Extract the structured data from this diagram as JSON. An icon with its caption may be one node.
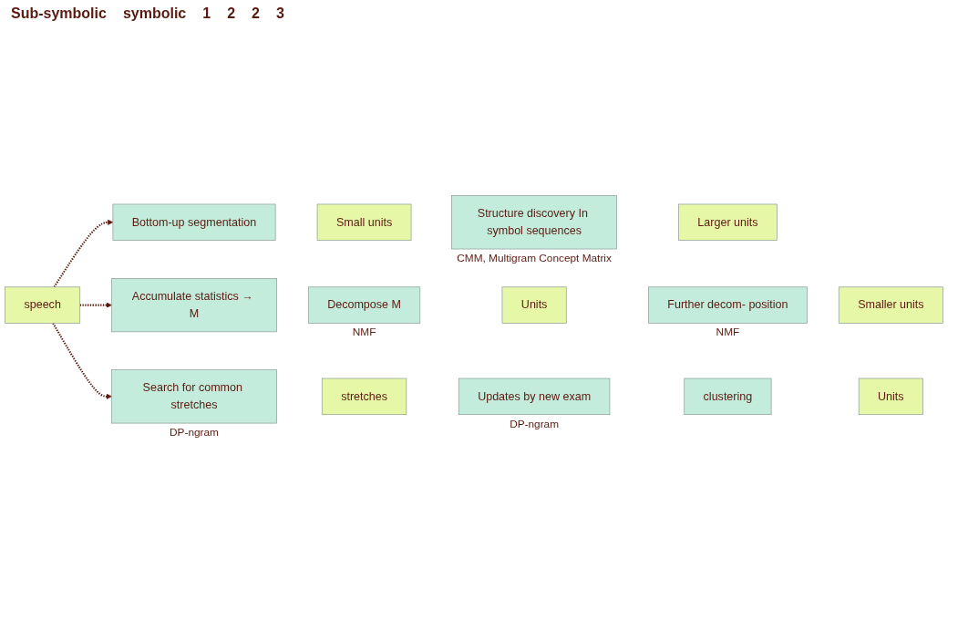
{
  "diagram": {
    "nodes": [
      {
        "text": [
          "speech"
        ]
      },
      {
        "text": [
          "Bottom-up segmentation"
        ]
      },
      {
        "text": [
          "Small units"
        ]
      },
      {
        "text": [
          "Structure discovery In symbol sequences"
        ],
        "beside": [
          "CMM, Multigram Concept Matrix"
        ]
      },
      {
        "text": [
          "Larger units"
        ]
      },
      {
        "text": [
          "Accumulate statistics → M"
        ]
      },
      {
        "text": [
          "Decompose M"
        ],
        "beside": [
          "NMF"
        ]
      },
      {
        "text": [
          "Units"
        ]
      },
      {
        "text": [
          "Further decom- position"
        ],
        "beside": [
          "NMF"
        ]
      },
      {
        "text": [
          "Smaller units"
        ]
      },
      {
        "text": [
          "Search for common stretches"
        ],
        "beside": [
          "DP-ngram"
        ]
      },
      {
        "text": [
          "stretches"
        ]
      },
      {
        "text": [
          "Updates by new exam"
        ],
        "beside": [
          "DP-ngram"
        ]
      },
      {
        "text": [
          "clustering"
        ]
      },
      {
        "text": [
          "Units"
        ]
      }
    ],
    "edges": [
      {
        "from": 0,
        "to": 1,
        "arrow": "to",
        "style": "dashed"
      },
      {
        "from": 0,
        "to": 5,
        "arrow": "to",
        "style": "dashed"
      },
      {
        "from": 0,
        "to": 10,
        "arrow": "to",
        "style": "dashed"
      }
    ],
    "labels": [
      "Sub-symbolic",
      "symbolic",
      "1",
      "2",
      "2",
      "3"
    ]
  }
}
